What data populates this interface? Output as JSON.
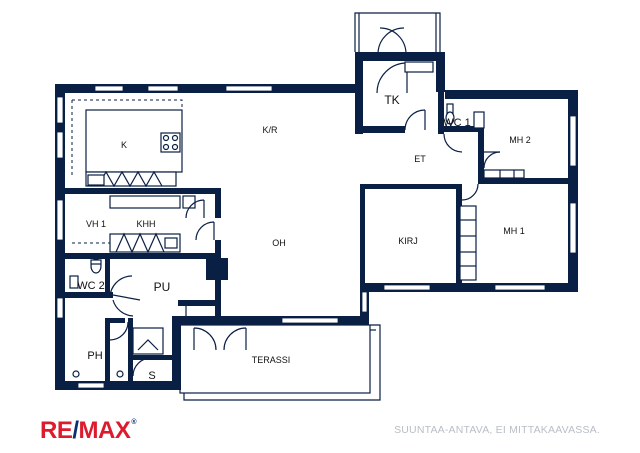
{
  "rooms": {
    "k": "K",
    "kr": "K/R",
    "tk": "TK",
    "wc1": "WC 1",
    "et": "ET",
    "mh2": "MH 2",
    "vh1": "VH 1",
    "khh": "KHH",
    "oh": "OH",
    "kirj": "KIRJ",
    "mh1": "MH 1",
    "wc2": "WC 2",
    "pu": "PU",
    "ph": "PH",
    "s": "S",
    "terassi": "TERASSI"
  },
  "brand": {
    "re": "RE",
    "slash": "/",
    "max": "MAX",
    "reg": "®"
  },
  "note": "SUUNTAA-ANTAVA, EI MITTAKAAVASSA.",
  "colors": {
    "wall": "#0a1f44",
    "brand_red": "#dc1c2e",
    "brand_blue": "#0c2f6e",
    "note": "#b9bec6"
  }
}
